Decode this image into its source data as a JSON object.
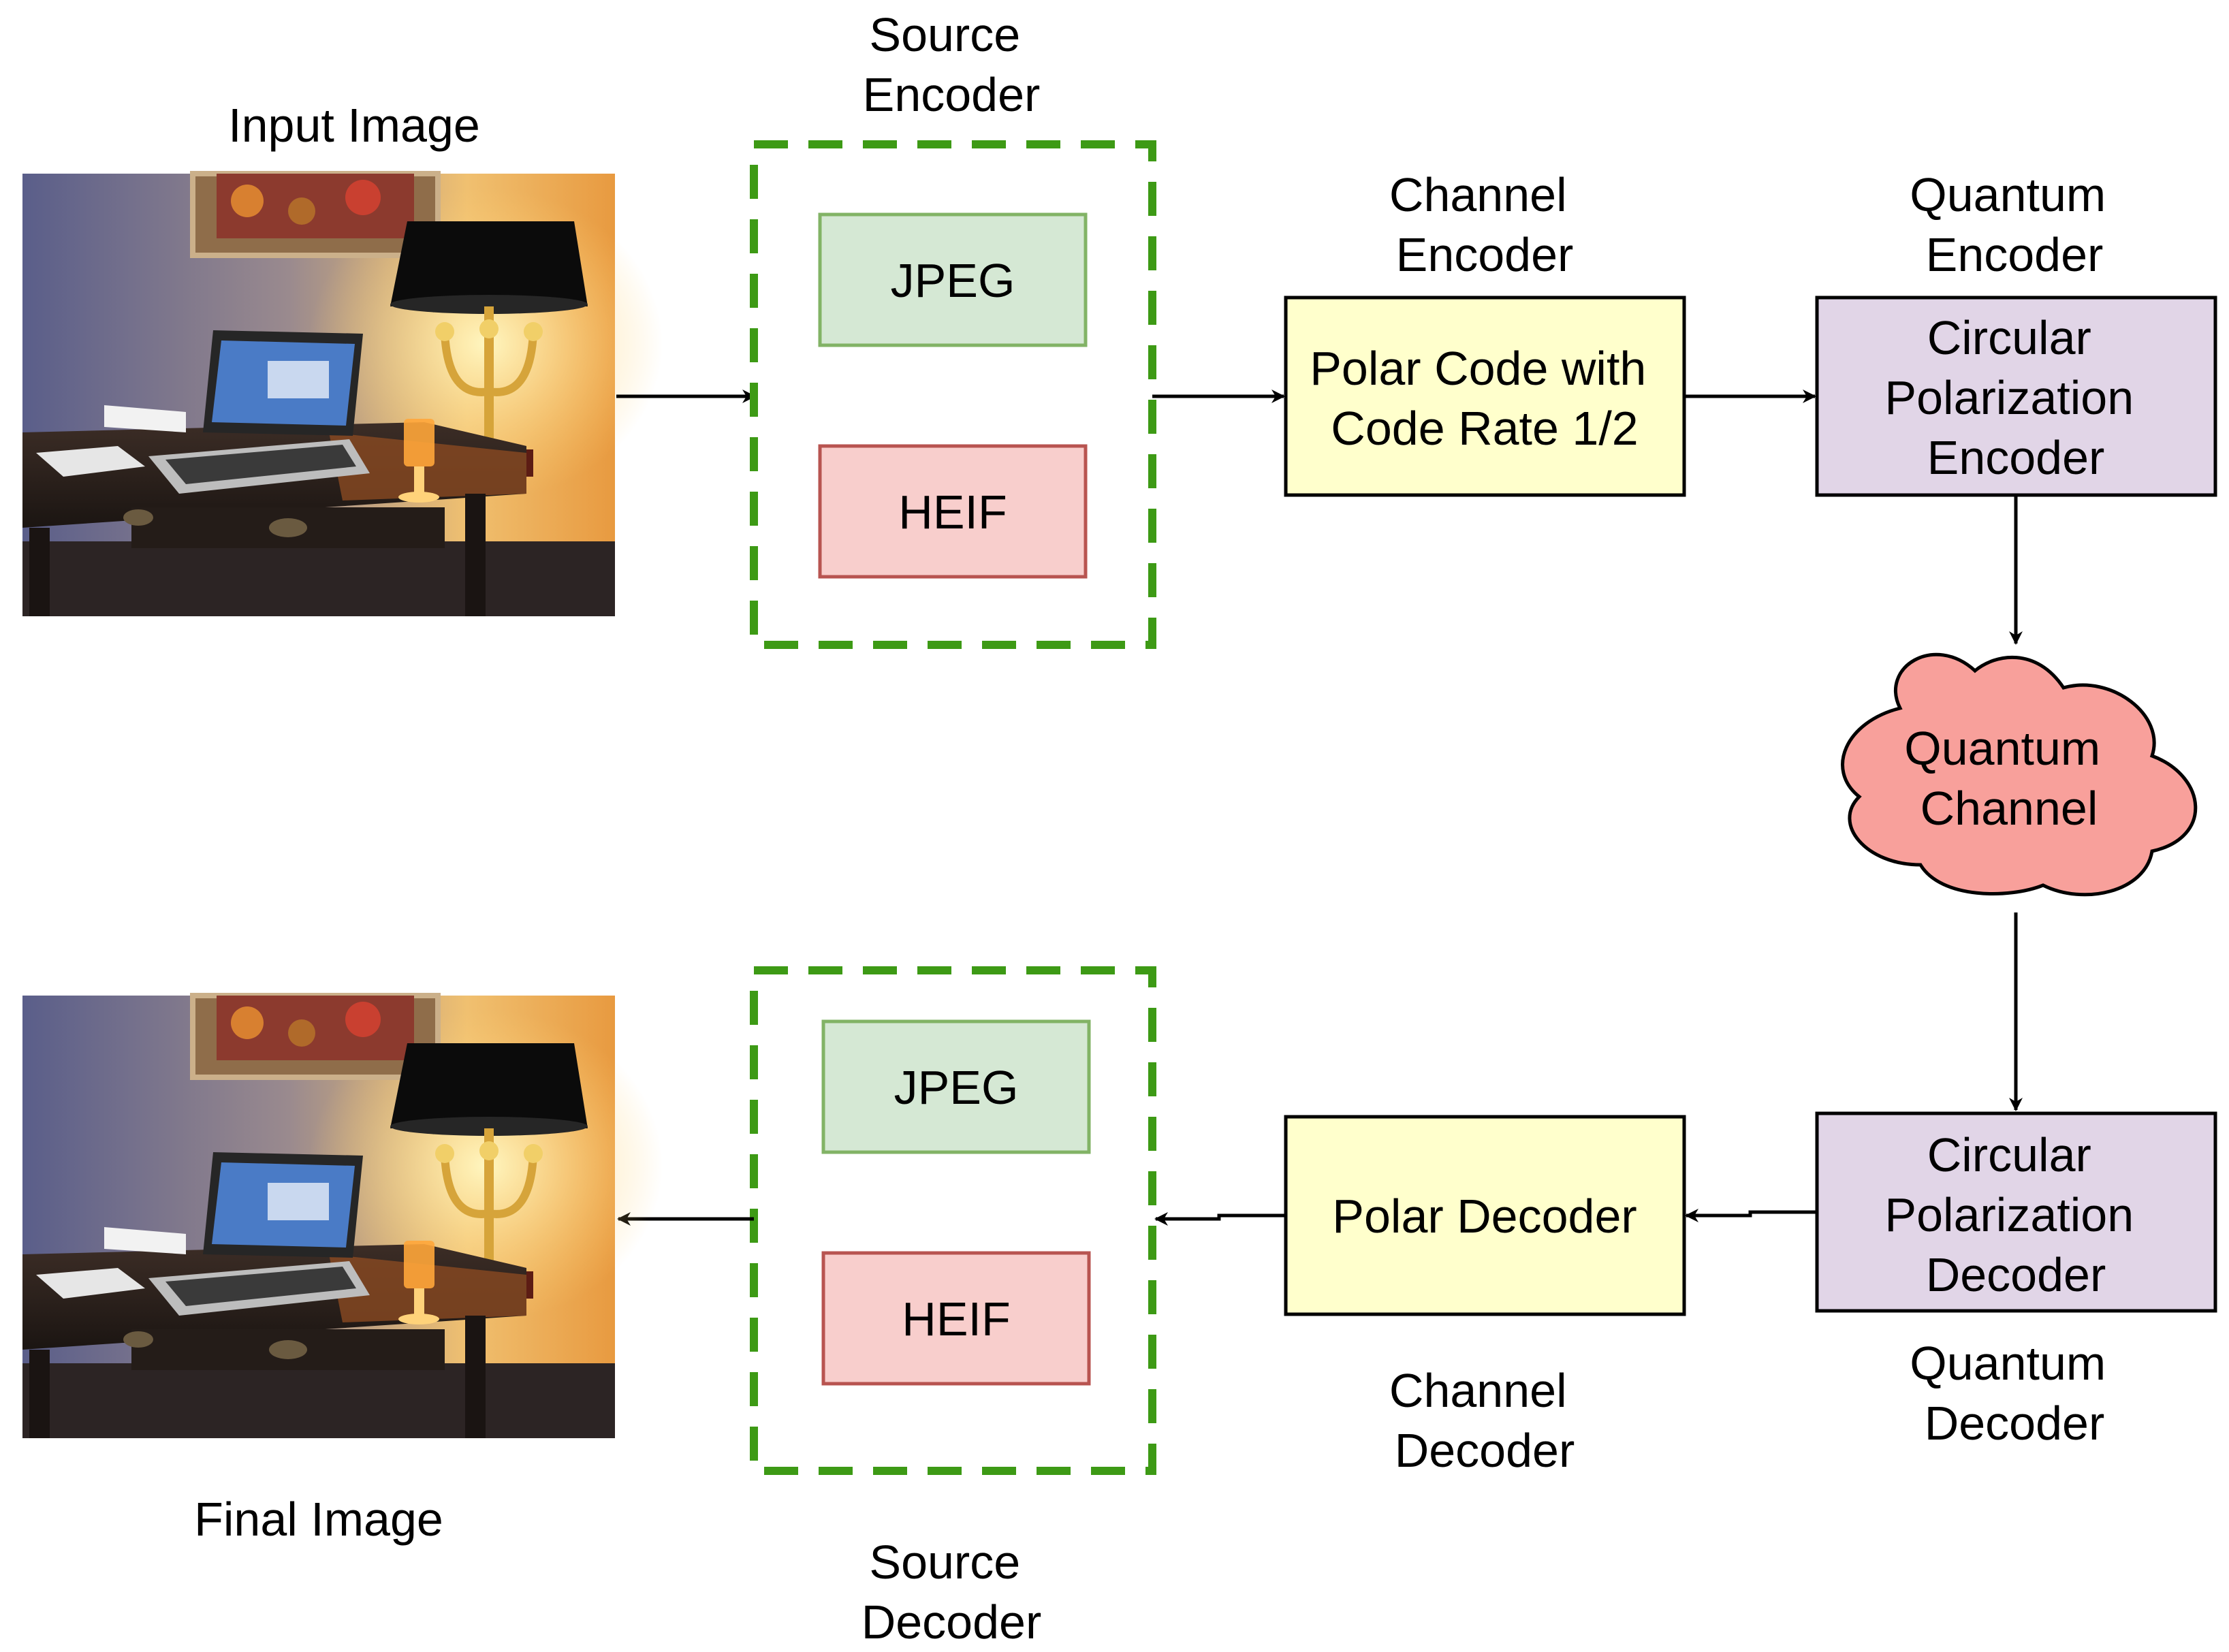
{
  "encoder_side": {
    "input_image_label": "Input Image",
    "source_encoder_label": [
      "Source",
      "Encoder"
    ],
    "jpeg_label": "JPEG",
    "heif_label": "HEIF",
    "channel_encoder_label": [
      "Channel",
      "Encoder"
    ],
    "channel_encoder_box": [
      "Polar Code with",
      "Code Rate 1/2"
    ],
    "quantum_encoder_label": [
      "Quantum",
      "Encoder"
    ],
    "quantum_encoder_box": [
      "Circular",
      "Polarization",
      "Encoder"
    ]
  },
  "quantum_channel": [
    "Quantum",
    "Channel"
  ],
  "decoder_side": {
    "final_image_label": "Final Image",
    "source_decoder_label": [
      "Source",
      "Decoder"
    ],
    "jpeg_label": "JPEG",
    "heif_label": "HEIF",
    "channel_decoder_label": [
      "Channel",
      "Decoder"
    ],
    "channel_decoder_box": "Polar Decoder",
    "quantum_decoder_label": [
      "Quantum",
      "Decoder"
    ],
    "quantum_decoder_box": [
      "Circular",
      "Polarization",
      "Decoder"
    ]
  },
  "colors": {
    "jpeg_fill": "#d5e8d4",
    "jpeg_stroke": "#82b366",
    "heif_fill": "#f8cecc",
    "heif_stroke": "#b85450",
    "channel_fill": "#ffffcc",
    "quantum_fill": "#e1d5e7",
    "cloud_fill": "#f8a09b",
    "dashed_stroke": "#3d9a15"
  }
}
